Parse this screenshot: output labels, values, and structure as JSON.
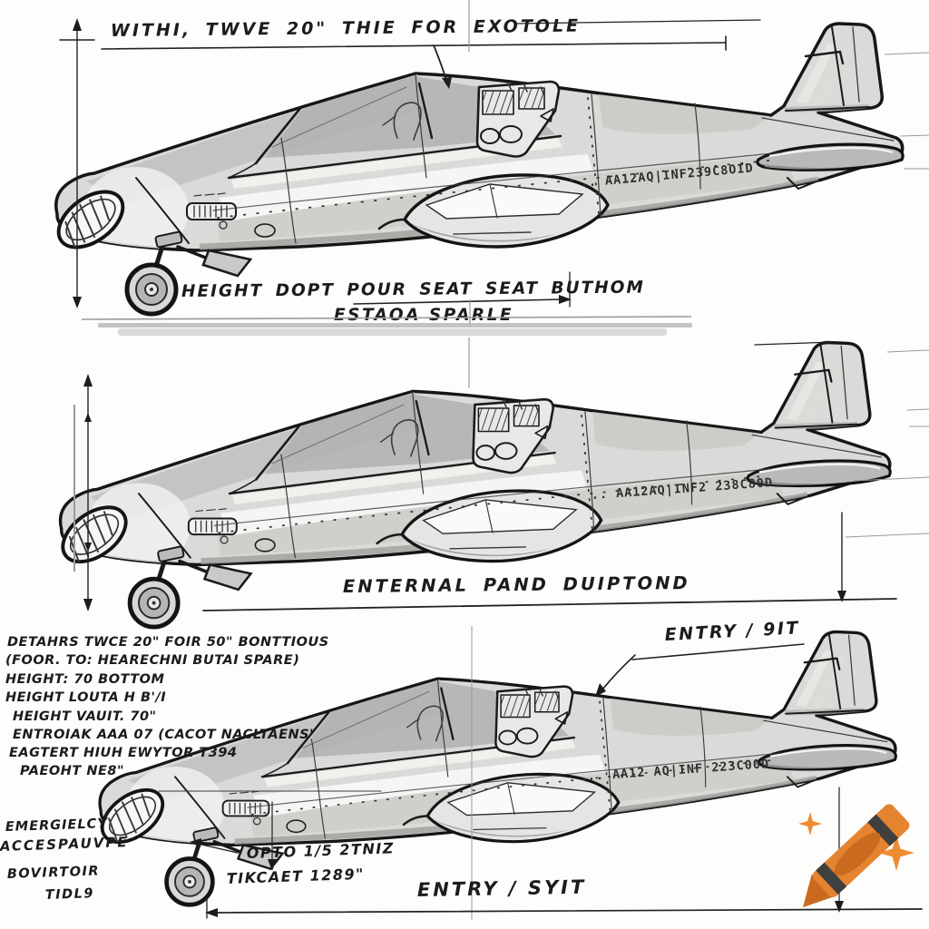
{
  "document": {
    "type": "aircraft-concept-sketch",
    "views": [
      "side-view-top",
      "side-view-middle",
      "side-view-bottom"
    ]
  },
  "annotations": {
    "top_note": "WITHI, TWVE 20\" THIE FOR EXOTOLE",
    "s1_height_note": "HEIGHT DOPT POUR SEAT SEAT BUTHOM",
    "s1_shadow_note": "ESTAOA SPARLE",
    "s2_bottom_note": "ENTERNAL PAND DUIPTOND",
    "s3_entry_top": "ENTRY / 9IT",
    "s3_entry_bottom": "ENTRY / SYIT",
    "opto_line1": "OPTO 1/5 2TNIZ",
    "opto_line2": "TIKCAET 1289\"",
    "emergency_line1": "EMERGIELCY",
    "emergency_line2": "ACCESPAUVPE",
    "emergency_line3": "BOVIRTOIR",
    "emergency_line4": "TIDL9"
  },
  "notes_block": {
    "lines": [
      "DETAHRS TWCE 20\" FOIR 50\" BONTTIOUS",
      "(FOOR. TO: HEARECHNI BUTAI SPARE)",
      "HEIGHT: 70 BOTTOM",
      "HEIGHT LOUTA H B'/I",
      "HEIGHT VAUIT. 70\"",
      "ENTROIAK AAA 07 (CACOT NACLTAENS'",
      "EAGTERT HIUH EWYTOR T394",
      "PAEOHT NE8\""
    ]
  },
  "planes": [
    {
      "registration": ".. AA12AQ|INF239C8OID"
    },
    {
      "registration": ".. AA12AQ|INF2 238C80D"
    },
    {
      "registration": ".. AA12 AQ|INF 223C00D"
    }
  ],
  "logo": {
    "name": "crayon watermark",
    "body_color": "#E58430",
    "band_color": "#3F3F3F",
    "shade_color": "#C96A1F",
    "sparkle_color": "#EE8C33"
  },
  "palette": {
    "paper": "#fdfdfb",
    "ink": "#1a1a1a",
    "marker_gray": "#c9c9c7",
    "marker_dark": "#a2a2a0",
    "highlight": "#f5f5f3"
  }
}
